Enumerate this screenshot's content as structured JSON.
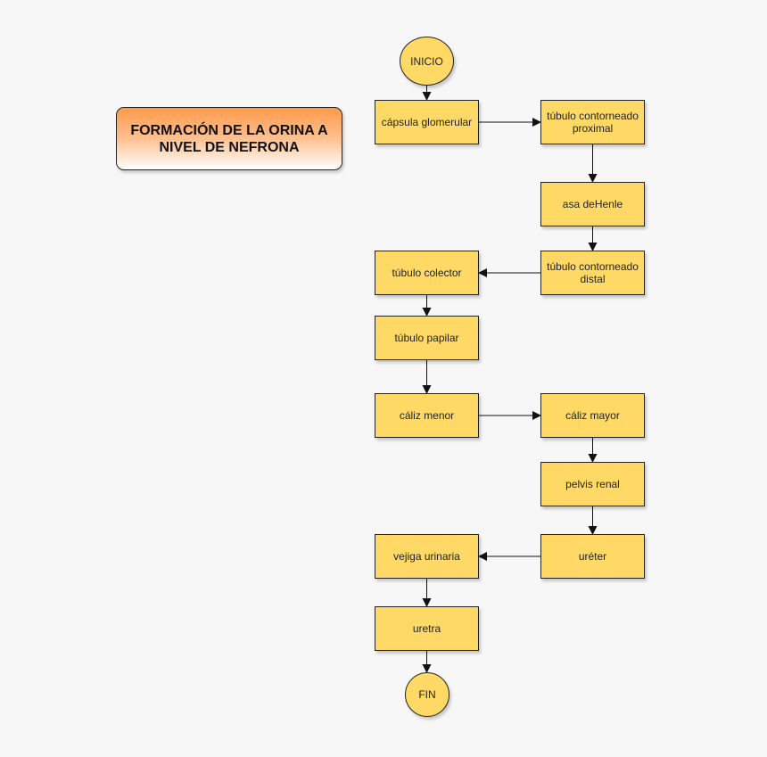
{
  "title": "FORMACIÓN DE LA ORINA A NIVEL DE NEFRONA",
  "colors": {
    "node_fill": "#ffd966",
    "node_border": "#222222",
    "arrow": "#111111"
  },
  "nodes": {
    "inicio": "INICIO",
    "capsula": "cápsula glomerular",
    "proximal": "túbulo contorneado proximal",
    "henle": "asa deHenle",
    "distal": "túbulo contorneado distal",
    "colector": "túbulo colector",
    "papilar": "túbulo papilar",
    "caliz_menor": "cáliz menor",
    "caliz_mayor": "cáliz mayor",
    "pelvis": "pelvis renal",
    "ureter": "uréter",
    "vejiga": "vejiga urinaria",
    "uretra": "uretra",
    "fin": "FIN"
  },
  "edges": [
    [
      "inicio",
      "capsula"
    ],
    [
      "capsula",
      "proximal"
    ],
    [
      "proximal",
      "henle"
    ],
    [
      "henle",
      "distal"
    ],
    [
      "distal",
      "colector"
    ],
    [
      "colector",
      "papilar"
    ],
    [
      "papilar",
      "caliz_menor"
    ],
    [
      "caliz_menor",
      "caliz_mayor"
    ],
    [
      "caliz_mayor",
      "pelvis"
    ],
    [
      "pelvis",
      "ureter"
    ],
    [
      "ureter",
      "vejiga"
    ],
    [
      "vejiga",
      "uretra"
    ],
    [
      "uretra",
      "fin"
    ]
  ]
}
